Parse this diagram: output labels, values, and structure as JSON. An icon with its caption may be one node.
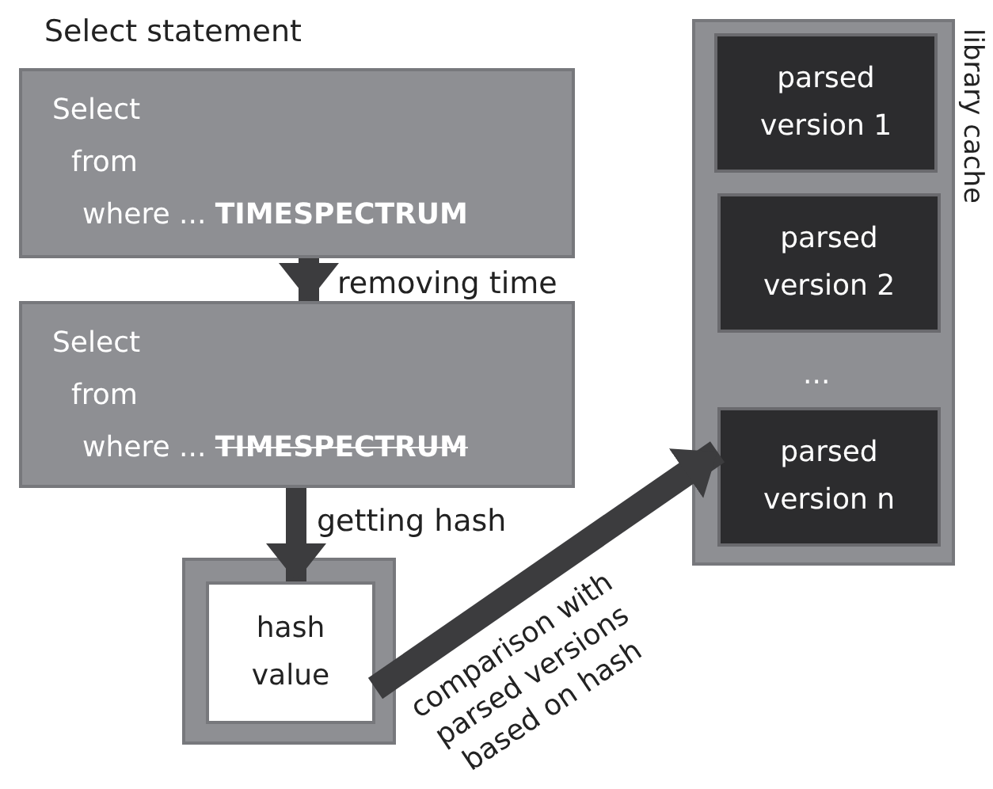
{
  "diagram": {
    "nodes": [
      {
        "text": [
          "Select statement",
          "Select",
          "from",
          "where ... **TIMESPECTRUM**"
        ]
      },
      {
        "text": [
          "Select",
          "from",
          "where ... **TIMESPECTRUM**"
        ]
      },
      {
        "text": [],
        "shape": "box"
      },
      {
        "text": [
          "hash value"
        ],
        "in": 2
      },
      {
        "text": [
          "library cache"
        ]
      },
      {
        "text": [
          "parsed version 1"
        ],
        "in": 4
      },
      {
        "text": [
          "parsed version 2"
        ],
        "in": 4
      },
      {
        "text": [
          "parsed version n"
        ],
        "in": 4
      }
    ],
    "edges": [
      {
        "from": 0,
        "to": 1,
        "arrow": "to",
        "label": "removing time"
      },
      {
        "from": 1,
        "to": 3,
        "arrow": "to",
        "label": "getting hash"
      },
      {
        "from": 3,
        "to": 7,
        "arrow": "to",
        "label": "comparison with parsed versions based on hash"
      }
    ],
    "labels": [
      "..."
    ]
  }
}
